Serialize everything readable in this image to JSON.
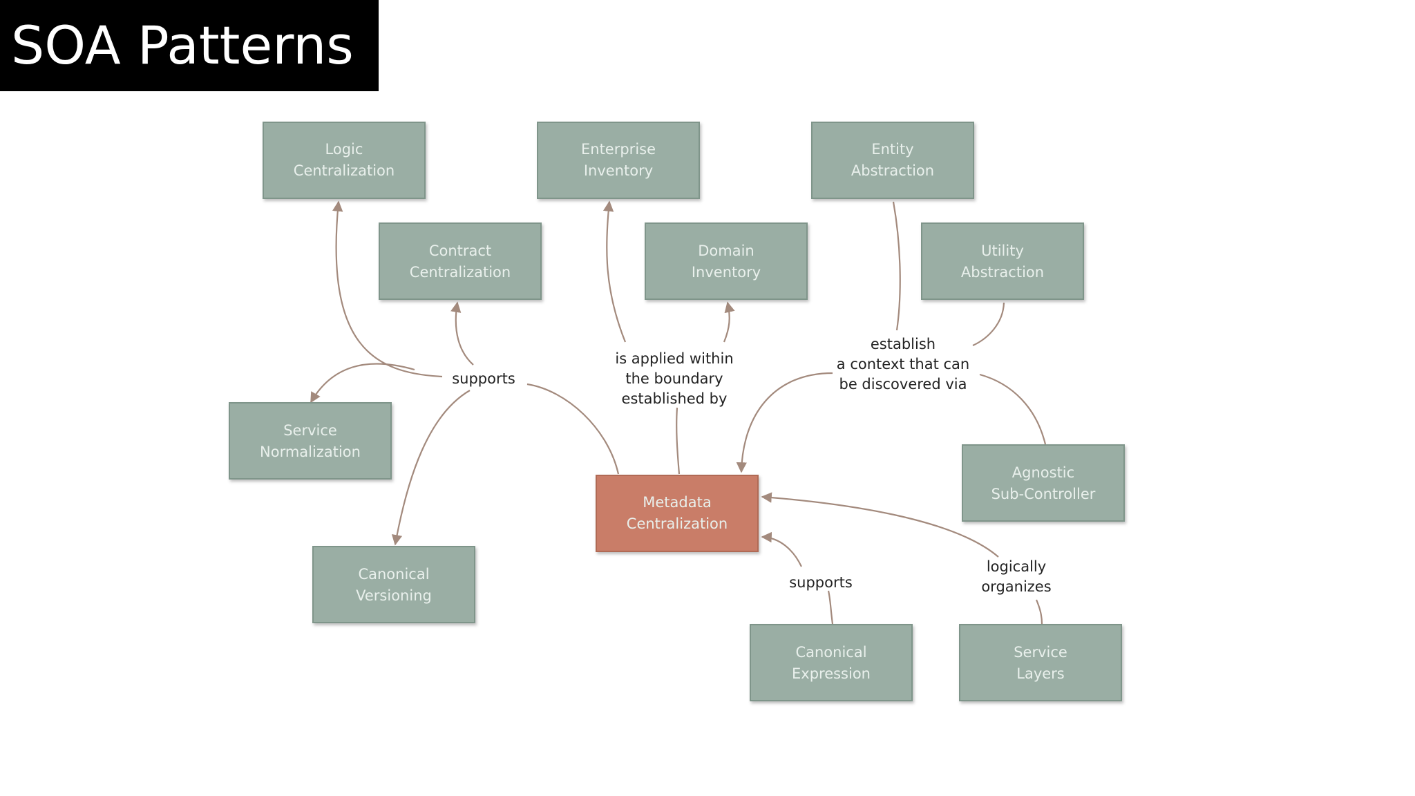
{
  "slide": {
    "title": "SOA Patterns"
  },
  "colors": {
    "pattern_box": "#9aaea4",
    "central_box": "#c97d68",
    "connector": "#a38a7d",
    "title_bar": "#000000"
  },
  "nodes": {
    "logic_centralization": [
      "Logic",
      "Centralization"
    ],
    "enterprise_inventory": [
      "Enterprise",
      "Inventory"
    ],
    "entity_abstraction": [
      "Entity",
      "Abstraction"
    ],
    "contract_centralization": [
      "Contract",
      "Centralization"
    ],
    "domain_inventory": [
      "Domain",
      "Inventory"
    ],
    "utility_abstraction": [
      "Utility",
      "Abstraction"
    ],
    "service_normalization": [
      "Service",
      "Normalization"
    ],
    "metadata_centralization": [
      "Metadata",
      "Centralization"
    ],
    "agnostic_sub_controller": [
      "Agnostic",
      "Sub-Controller"
    ],
    "canonical_versioning": [
      "Canonical",
      "Versioning"
    ],
    "canonical_expression": [
      "Canonical",
      "Expression"
    ],
    "service_layers": [
      "Service",
      "Layers"
    ]
  },
  "relations": {
    "supports_left": [
      "supports"
    ],
    "applied_within": [
      "is applied within",
      "the boundary",
      "established by"
    ],
    "establish_context": [
      "establish",
      "a context that can",
      "be discovered via"
    ],
    "supports_bottom": [
      "supports"
    ],
    "logically_organizes": [
      "logically",
      "organizes"
    ]
  }
}
